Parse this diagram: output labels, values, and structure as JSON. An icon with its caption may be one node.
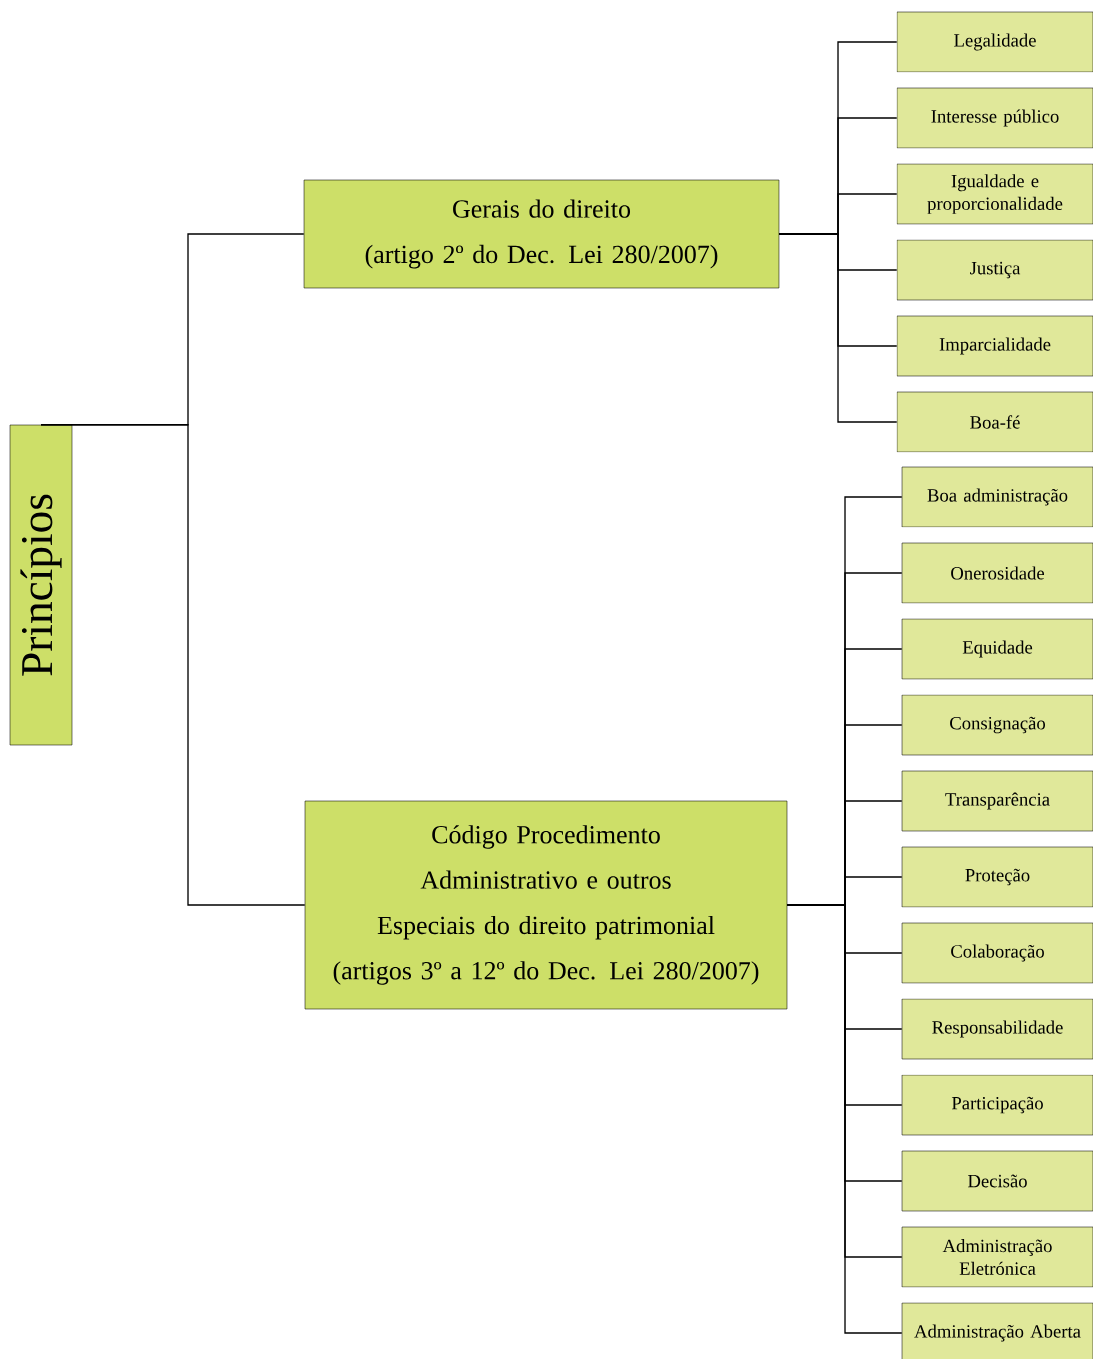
{
  "diagram": {
    "nodes": [
      {
        "text": [
          "Princípios"
        ]
      },
      {
        "text": [
          "Gerais do direito",
          "(artigo 2º do Dec. Lei 280/2007)"
        ]
      },
      {
        "text": [
          "Código Procedimento Administrativo e outros",
          "Especiais do direito patrimonial",
          "(artigos 3º a 12º do Dec. Lei 280/2007)"
        ]
      },
      {
        "text": [
          "Legalidade"
        ]
      },
      {
        "text": [
          "Interesse público"
        ]
      },
      {
        "text": [
          "Igualdade e proporcionalidade"
        ]
      },
      {
        "text": [
          "Justiça"
        ]
      },
      {
        "text": [
          "Imparcialidade"
        ]
      },
      {
        "text": [
          "Boa-fé"
        ]
      },
      {
        "text": [
          "Boa administração"
        ]
      },
      {
        "text": [
          "Onerosidade"
        ]
      },
      {
        "text": [
          "Equidade"
        ]
      },
      {
        "text": [
          "Consignação"
        ]
      },
      {
        "text": [
          "Transparência"
        ]
      },
      {
        "text": [
          "Proteção"
        ]
      },
      {
        "text": [
          "Colaboração"
        ]
      },
      {
        "text": [
          "Responsabilidade"
        ]
      },
      {
        "text": [
          "Participação"
        ]
      },
      {
        "text": [
          "Decisão"
        ]
      },
      {
        "text": [
          "Administração Eletrónica"
        ]
      },
      {
        "text": [
          "Administração Aberta"
        ]
      }
    ],
    "edges": [
      {
        "from": 0,
        "to": 1,
        "arrow": "none"
      },
      {
        "from": 0,
        "to": 2,
        "arrow": "none"
      },
      {
        "from": 1,
        "to": 3,
        "arrow": "none"
      },
      {
        "from": 1,
        "to": 4,
        "arrow": "none"
      },
      {
        "from": 1,
        "to": 5,
        "arrow": "none"
      },
      {
        "from": 1,
        "to": 6,
        "arrow": "none"
      },
      {
        "from": 1,
        "to": 7,
        "arrow": "none"
      },
      {
        "from": 1,
        "to": 8,
        "arrow": "none"
      },
      {
        "from": 2,
        "to": 9,
        "arrow": "none"
      },
      {
        "from": 2,
        "to": 10,
        "arrow": "none"
      },
      {
        "from": 2,
        "to": 11,
        "arrow": "none"
      },
      {
        "from": 2,
        "to": 12,
        "arrow": "none"
      },
      {
        "from": 2,
        "to": 13,
        "arrow": "none"
      },
      {
        "from": 2,
        "to": 14,
        "arrow": "none"
      },
      {
        "from": 2,
        "to": 15,
        "arrow": "none"
      },
      {
        "from": 2,
        "to": 16,
        "arrow": "none"
      },
      {
        "from": 2,
        "to": 17,
        "arrow": "none"
      },
      {
        "from": 2,
        "to": 18,
        "arrow": "none"
      },
      {
        "from": 2,
        "to": 19,
        "arrow": "none"
      },
      {
        "from": 2,
        "to": 20,
        "arrow": "none"
      }
    ]
  }
}
